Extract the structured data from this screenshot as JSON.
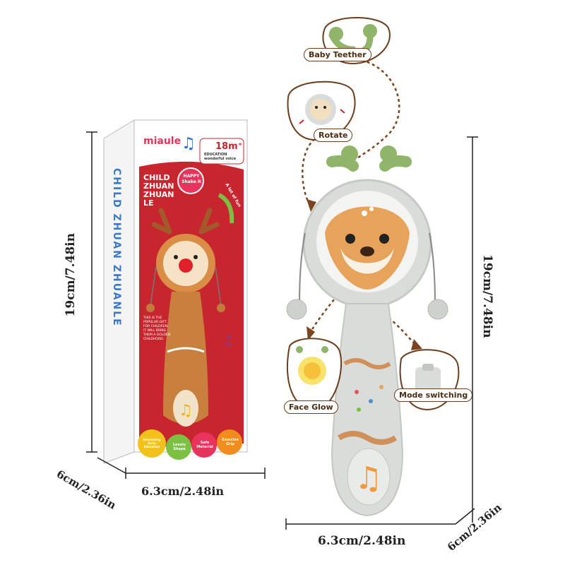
{
  "dimensions": {
    "box_height": "19cm/7.48in",
    "box_depth": "6cm/2.36in",
    "box_width": "6.3cm/2.48in",
    "toy_height": "19cm/7.48in",
    "toy_width": "6.3cm/2.48in",
    "toy_depth": "6cm/2.36in"
  },
  "callouts": {
    "teether": "Baby Teether",
    "rotate": "Rotate",
    "face_glow": "Face Glow",
    "mode_switching": "Mode switching"
  },
  "box": {
    "brand": "miaule",
    "age": "18m⁺",
    "age_sub": "EDUCATION",
    "age_sub2": "wonderful voice",
    "title_line1": "CHILD",
    "title_line2": "ZHUAN",
    "title_line3": "ZHUAN",
    "title_line4": "LE",
    "happy": "HAPPY Shake it",
    "alot": "A lot of fun",
    "side_text": "CHILD ZHUAN ZHUANLE",
    "desc": "THIS IS THE POPULAR GIFT FOR CHILDREN. IT WILL BRING THEM A GOLDEN CHILDHOOD.",
    "badges": [
      "Interesting Early Education",
      "Lovely Shape",
      "Safe Material",
      "Exercise Grip"
    ]
  },
  "colors": {
    "box_red": "#c8262f",
    "toy_gray": "#d9dcd9",
    "deer_orange": "#e8a35a",
    "antler_green": "#8fb46a",
    "arrow_brown": "#7a4420"
  }
}
